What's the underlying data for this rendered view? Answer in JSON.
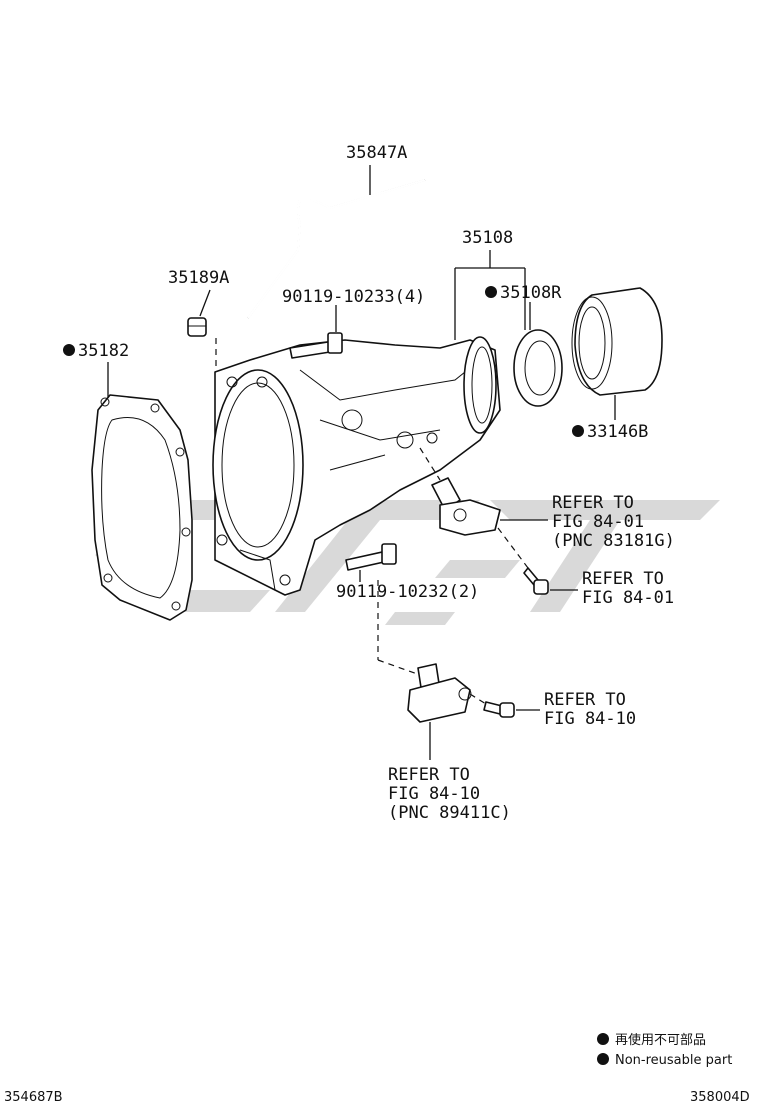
{
  "parts": {
    "p35847A": "35847A",
    "p35108": "35108",
    "p35189A": "35189A",
    "p90119_10233": "90119-10233(4)",
    "p35108R": "35108R",
    "p35182": "35182",
    "p33146B": "33146B",
    "p90119_10232": "90119-10232(2)"
  },
  "refs": {
    "r1": [
      "REFER TO",
      "FIG 84-01",
      "(PNC 83181G)"
    ],
    "r2": [
      "REFER TO",
      "FIG 84-01"
    ],
    "r3": [
      "REFER TO",
      "FIG 84-10"
    ],
    "r4": [
      "REFER TO",
      "FIG 84-10",
      "(PNC 89411C)"
    ]
  },
  "legend": {
    "jp": "再使用不可部品",
    "en": "Non-reusable part"
  },
  "footer": {
    "left": "354687B",
    "right": "358004D"
  },
  "colors": {
    "line": "#111111",
    "watermark": "#d9d9d9"
  }
}
